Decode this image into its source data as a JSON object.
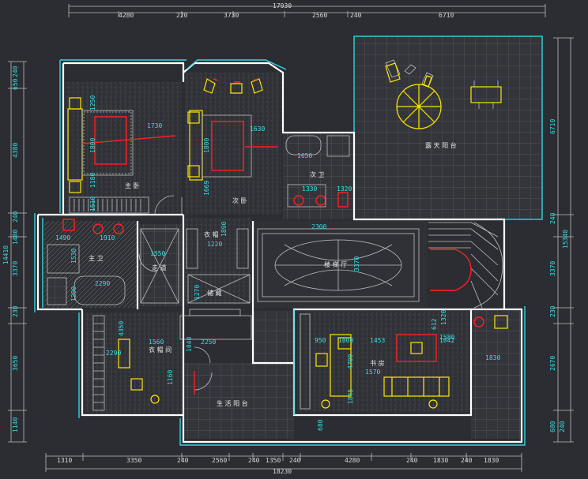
{
  "dims_top": [
    "17930",
    "4280",
    "220",
    "3730",
    "2560",
    "240",
    "6710"
  ],
  "dims_bottom": [
    "1310",
    "3350",
    "240",
    "2560",
    "240",
    "1350",
    "240",
    "4280",
    "240",
    "1830",
    "240",
    "1830",
    "18230"
  ],
  "dims_left": [
    "240",
    "650",
    "4380",
    "240",
    "1480",
    "3370",
    "230",
    "3650",
    "1140",
    "14410"
  ],
  "dims_right": [
    "6710",
    "240",
    "15340",
    "3370",
    "230",
    "2670",
    "680",
    "240"
  ],
  "rooms": {
    "master_bedroom": "主 卧",
    "second_bedroom": "次 卧",
    "roof_terrace": "露 天 阳 台",
    "stair_hall": "楼 梯 厅",
    "master_bath": "主 卫",
    "closet_1": "衣 帽",
    "closet_2": "衣 帽 间",
    "storage": "储 藏",
    "aisle": "走 道",
    "study": "书 房",
    "balcony": "生 活 阳 台",
    "bath_2": "次 卫"
  },
  "interior_dims": [
    "1250",
    "1730",
    "1630",
    "1800",
    "1800",
    "1180",
    "1669",
    "1650",
    "1510",
    "1330",
    "1320",
    "2300",
    "1490",
    "1910",
    "1530",
    "1890",
    "2290",
    "1550",
    "1220",
    "1200",
    "3370",
    "1270",
    "1580",
    "1320",
    "1570",
    "950",
    "1000",
    "1453",
    "1042",
    "612",
    "4700",
    "1845",
    "1560",
    "2250",
    "1040",
    "4350",
    "2290",
    "1160",
    "680",
    "1830"
  ]
}
